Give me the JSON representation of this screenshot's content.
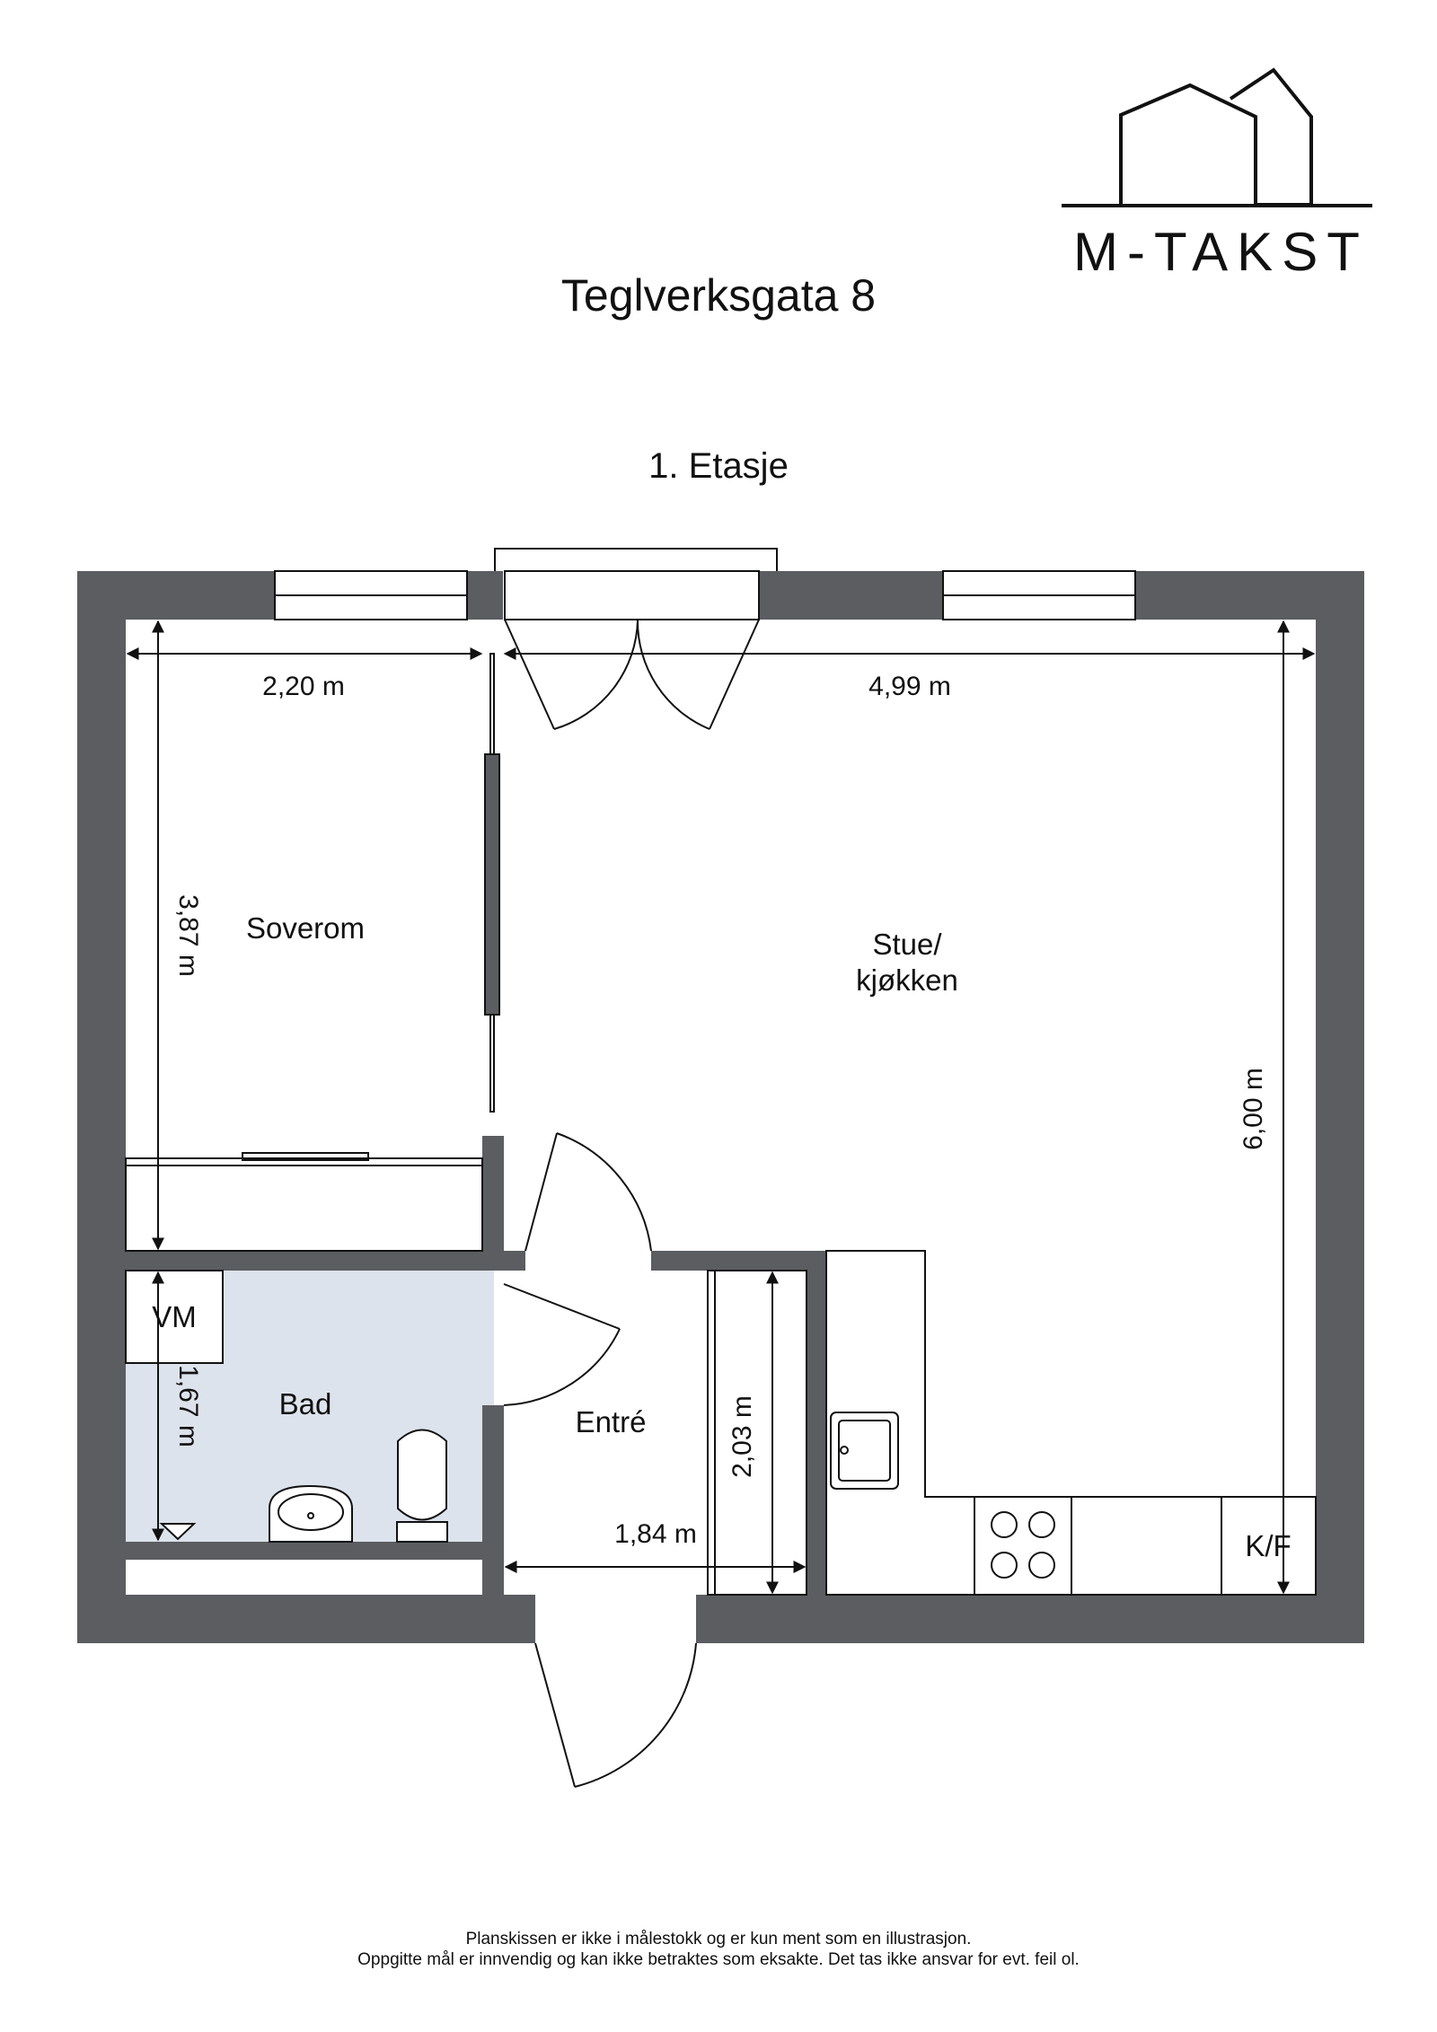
{
  "header": {
    "brand_name": "M-TAKST",
    "address": "Teglverksgata 8",
    "floor": "1. Etasje"
  },
  "rooms": {
    "bedroom": "Soverom",
    "living_line1": "Stue/",
    "living_line2": "kjøkken",
    "bathroom": "Bad",
    "entrance": "Entré"
  },
  "fixtures": {
    "washing_machine": "VM",
    "fridge_freezer": "K/F"
  },
  "dimensions": {
    "bedroom_width": "2,20 m",
    "living_width": "4,99 m",
    "bedroom_depth": "3,87 m",
    "living_depth": "6,00 m",
    "bath_depth": "1,67 m",
    "entrance_depth": "2,03 m",
    "entrance_width": "1,84 m"
  },
  "footer": {
    "line1": "Planskissen er ikke i målestokk og er kun ment som en illustrasjon.",
    "line2": "Oppgitte mål er innvendig og kan ikke betraktes som eksakte. Det tas ikke ansvar for evt. feil ol."
  },
  "colors": {
    "wall": "#5b5d60",
    "bath_floor": "#dde3ec",
    "line": "#111111"
  }
}
